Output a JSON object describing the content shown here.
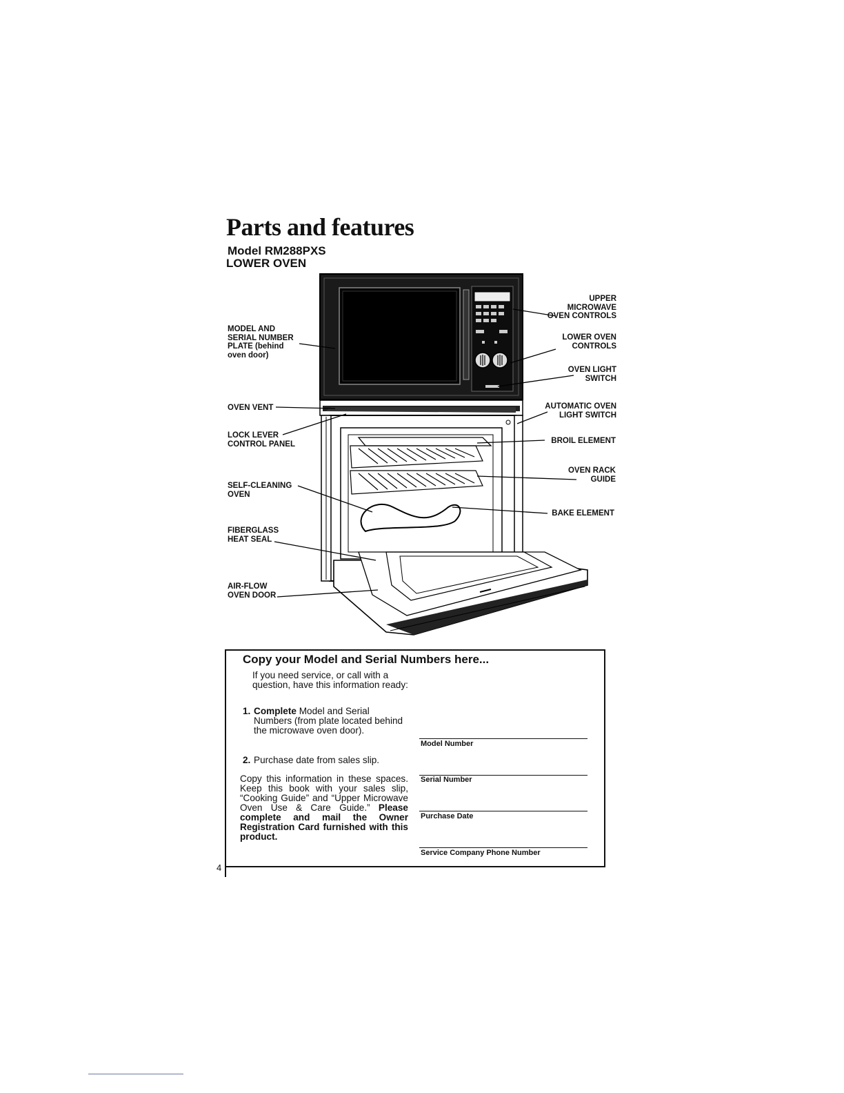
{
  "page": {
    "title": "Parts and features",
    "subtitle_model": "Model RM288PXS",
    "subtitle_part": "LOWER OVEN",
    "page_number": "4"
  },
  "labels": {
    "model_serial_plate": "MODEL AND\nSERIAL NUMBER\nPLATE (behind\noven door)",
    "oven_vent": "OVEN VENT",
    "lock_lever": "LOCK LEVER\nCONTROL PANEL",
    "self_cleaning_oven": "SELF-CLEANING\nOVEN",
    "fiberglass_heat_seal": "FIBERGLASS\nHEAT SEAL",
    "air_flow_door": "AIR-FLOW\nOVEN DOOR",
    "upper_microwave_controls": "UPPER\nMICROWAVE\nOVEN CONTROLS",
    "lower_oven_controls": "LOWER OVEN\nCONTROLS",
    "oven_light_switch": "OVEN LIGHT\nSWITCH",
    "automatic_oven_light_switch": "AUTOMATIC OVEN\nLIGHT SWITCH",
    "broil_element": "BROIL ELEMENT",
    "oven_rack_guide": "OVEN RACK\nGUIDE",
    "bake_element": "BAKE ELEMENT"
  },
  "copy_box": {
    "title": "Copy your Model and Serial Numbers here...",
    "intro": "If you need service, or call with a question, have this information ready:",
    "item1_number": "1.",
    "item1_bold": "Complete",
    "item1_text": " Model and Serial Numbers (from plate located behind the microwave oven door).",
    "item2_number": "2.",
    "item2_text": "Purchase date from sales slip.",
    "copy_text": "Copy this information in these spaces. Keep this book with your sales slip, “Cooking Guide” and “Upper Microwave Oven Use & Care Guide.” ",
    "copy_bold": "Please complete and mail the Owner Registration Card furnished with this product.",
    "fields": [
      "Model Number",
      "Serial Number",
      "Purchase Date",
      "Service Company Phone Number"
    ]
  }
}
